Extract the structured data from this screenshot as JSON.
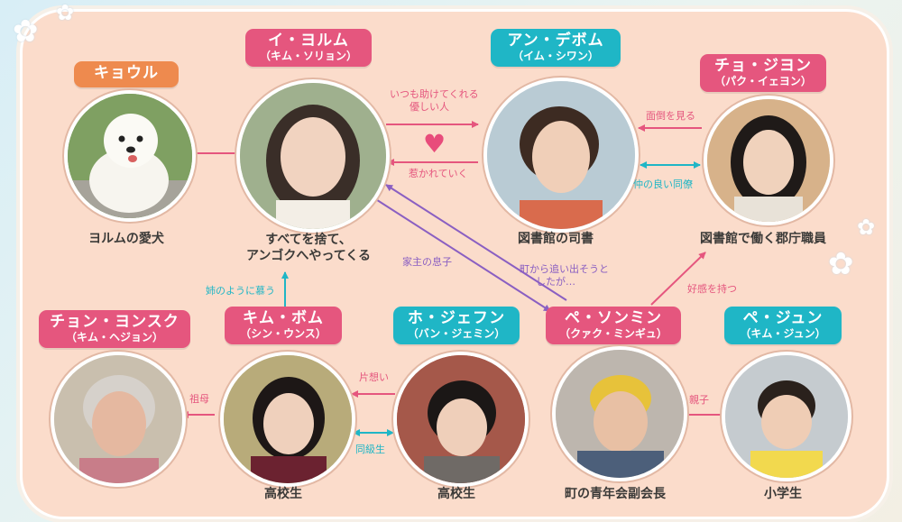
{
  "colors": {
    "pink": "#e5567e",
    "orange": "#ee8a4e",
    "teal": "#1fb6c6",
    "purple": "#8a5fc2",
    "bg": "#fbdccb"
  },
  "characters": {
    "kyoul": {
      "name": "キョウル",
      "desc": "ヨルムの愛犬"
    },
    "yeoreum": {
      "name": "イ・ヨルム",
      "actor": "（キム・ソリョン）",
      "desc1": "すべてを捨て、",
      "desc2": "アンゴクへやってくる"
    },
    "daebeom": {
      "name": "アン・デボム",
      "actor": "（イム・シワン）",
      "desc": "図書館の司書"
    },
    "jiyeon": {
      "name": "チョ・ジヨン",
      "actor": "（パク・イェヨン）",
      "desc": "図書館で働く郡庁職員"
    },
    "yeonsuk": {
      "name": "チョン・ヨンスク",
      "actor": "（キム・ヘジョン）"
    },
    "bom": {
      "name": "キム・ボム",
      "actor": "（シン・ウンス）",
      "desc": "高校生"
    },
    "jaehun": {
      "name": "ホ・ジェフン",
      "actor": "（バン・ジェミン）",
      "desc": "高校生"
    },
    "sungmin": {
      "name": "ペ・ソンミン",
      "actor": "（クァク・ミンギュ）",
      "desc": "町の青年会副会長"
    },
    "junwon": {
      "name": "ペ・ジュン",
      "actor": "（キム・ジュン）",
      "desc": "小学生"
    }
  },
  "relations": {
    "always_helping_1": "いつも助けてくれる",
    "always_helping_2": "優しい人",
    "attracted": "惹かれていく",
    "takes_care": "面倒を見る",
    "good_colleague": "仲の良い同僚",
    "landlord_son": "家主の息子",
    "trying_1": "町から追い出そうと",
    "trying_2": "したが…",
    "has_crush_on": "好感を持つ",
    "like_sister": "姉のように慕う",
    "grandmother": "祖母",
    "unrequited": "片想い",
    "classmate": "同級生",
    "parent_child": "親子"
  }
}
